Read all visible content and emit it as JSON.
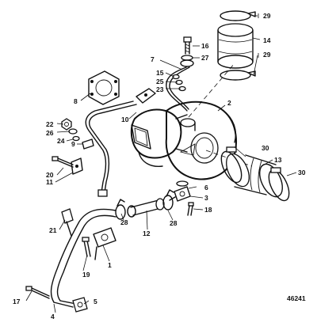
{
  "diagram": {
    "figure_number": "46241",
    "callouts": {
      "c1": "1",
      "c2": "2",
      "c3": "3",
      "c4": "4",
      "c5": "5",
      "c6": "6",
      "c7": "7",
      "c8": "8",
      "c9": "9",
      "c10": "10",
      "c11": "11",
      "c12": "12",
      "c13": "13",
      "c14": "14",
      "c16": "16",
      "c17": "17",
      "c18": "18",
      "c19": "19",
      "c20": "20",
      "c21": "21",
      "c22": "22",
      "c23": "23",
      "c24": "24",
      "c25": "25",
      "c26": "26",
      "c27": "27",
      "c28a": "28",
      "c28b": "28",
      "c29a": "29",
      "c29b": "29",
      "c30a": "30",
      "c30b": "30",
      "c15": "15"
    }
  }
}
